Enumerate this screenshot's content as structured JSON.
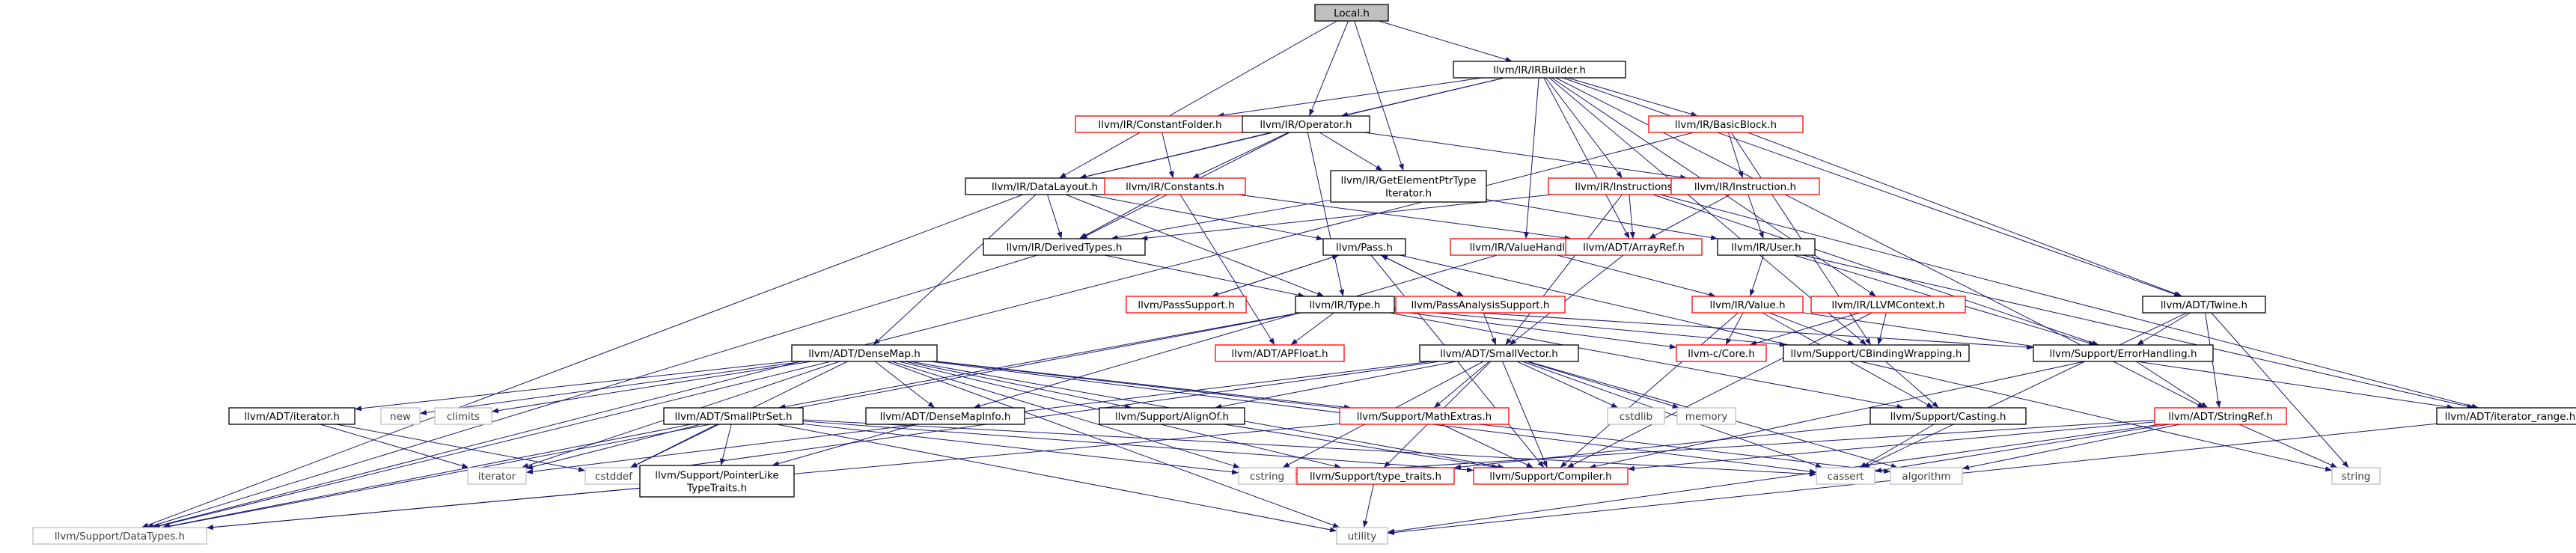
{
  "graph": {
    "style": {
      "root_fill": "#bfbfbf",
      "node_fill": "#ffffff",
      "documented_border": "#000000",
      "undocumented_border": "#ff0000",
      "system_border": "#bfbfbf",
      "system_text": "#3f3f3f",
      "edge_color": "#191970"
    },
    "nodes": [
      {
        "id": "local",
        "lines": [
          "Local.h"
        ],
        "kind": "root"
      },
      {
        "id": "irbuilder",
        "lines": [
          "llvm/IR/IRBuilder.h"
        ],
        "kind": "doc"
      },
      {
        "id": "constfolder",
        "lines": [
          "llvm/IR/ConstantFolder.h"
        ],
        "kind": "undoc"
      },
      {
        "id": "operator",
        "lines": [
          "llvm/IR/Operator.h"
        ],
        "kind": "doc"
      },
      {
        "id": "basicblock",
        "lines": [
          "llvm/IR/BasicBlock.h"
        ],
        "kind": "undoc"
      },
      {
        "id": "datalayout",
        "lines": [
          "llvm/IR/DataLayout.h"
        ],
        "kind": "doc"
      },
      {
        "id": "constants",
        "lines": [
          "llvm/IR/Constants.h"
        ],
        "kind": "undoc"
      },
      {
        "id": "gepiter",
        "lines": [
          "llvm/IR/GetElementPtrType",
          "Iterator.h"
        ],
        "kind": "doc"
      },
      {
        "id": "instructions",
        "lines": [
          "llvm/IR/Instructions.h"
        ],
        "kind": "undoc"
      },
      {
        "id": "instruction",
        "lines": [
          "llvm/IR/Instruction.h"
        ],
        "kind": "undoc"
      },
      {
        "id": "derivedtypes",
        "lines": [
          "llvm/IR/DerivedTypes.h"
        ],
        "kind": "doc"
      },
      {
        "id": "pass",
        "lines": [
          "llvm/Pass.h"
        ],
        "kind": "doc"
      },
      {
        "id": "valuehandle",
        "lines": [
          "llvm/IR/ValueHandle.h"
        ],
        "kind": "undoc"
      },
      {
        "id": "arrayref",
        "lines": [
          "llvm/ADT/ArrayRef.h"
        ],
        "kind": "undoc"
      },
      {
        "id": "user",
        "lines": [
          "llvm/IR/User.h"
        ],
        "kind": "doc"
      },
      {
        "id": "passsupport",
        "lines": [
          "llvm/PassSupport.h"
        ],
        "kind": "undoc"
      },
      {
        "id": "type",
        "lines": [
          "llvm/IR/Type.h"
        ],
        "kind": "doc"
      },
      {
        "id": "passanalysis",
        "lines": [
          "llvm/PassAnalysisSupport.h"
        ],
        "kind": "undoc"
      },
      {
        "id": "value",
        "lines": [
          "llvm/IR/Value.h"
        ],
        "kind": "undoc"
      },
      {
        "id": "llvmcontext",
        "lines": [
          "llvm/IR/LLVMContext.h"
        ],
        "kind": "undoc"
      },
      {
        "id": "twine",
        "lines": [
          "llvm/ADT/Twine.h"
        ],
        "kind": "doc"
      },
      {
        "id": "densemap",
        "lines": [
          "llvm/ADT/DenseMap.h"
        ],
        "kind": "doc"
      },
      {
        "id": "apfloat",
        "lines": [
          "llvm/ADT/APFloat.h"
        ],
        "kind": "undoc"
      },
      {
        "id": "smallvector",
        "lines": [
          "llvm/ADT/SmallVector.h"
        ],
        "kind": "doc"
      },
      {
        "id": "llvmccore",
        "lines": [
          "llvm-c/Core.h"
        ],
        "kind": "undoc"
      },
      {
        "id": "cbinding",
        "lines": [
          "llvm/Support/CBindingWrapping.h"
        ],
        "kind": "doc"
      },
      {
        "id": "errorhandling",
        "lines": [
          "llvm/Support/ErrorHandling.h"
        ],
        "kind": "doc"
      },
      {
        "id": "adtiterator",
        "lines": [
          "llvm/ADT/iterator.h"
        ],
        "kind": "doc"
      },
      {
        "id": "new",
        "lines": [
          "new"
        ],
        "kind": "sys"
      },
      {
        "id": "climits",
        "lines": [
          "climits"
        ],
        "kind": "sys"
      },
      {
        "id": "densemapinfo",
        "lines": [
          "llvm/ADT/DenseMapInfo.h"
        ],
        "kind": "doc"
      },
      {
        "id": "alignof",
        "lines": [
          "llvm/Support/AlignOf.h"
        ],
        "kind": "doc"
      },
      {
        "id": "mathextras",
        "lines": [
          "llvm/Support/MathExtras.h"
        ],
        "kind": "undoc"
      },
      {
        "id": "cstdlib",
        "lines": [
          "cstdlib"
        ],
        "kind": "sys"
      },
      {
        "id": "memory",
        "lines": [
          "memory"
        ],
        "kind": "sys"
      },
      {
        "id": "casting",
        "lines": [
          "llvm/Support/Casting.h"
        ],
        "kind": "doc"
      },
      {
        "id": "stringref",
        "lines": [
          "llvm/ADT/StringRef.h"
        ],
        "kind": "undoc"
      },
      {
        "id": "iterrange",
        "lines": [
          "llvm/ADT/iterator_range.h"
        ],
        "kind": "doc"
      },
      {
        "id": "smallptrset",
        "lines": [
          "llvm/ADT/SmallPtrSet.h"
        ],
        "kind": "doc"
      },
      {
        "id": "iterator",
        "lines": [
          "iterator"
        ],
        "kind": "sys"
      },
      {
        "id": "cstddef",
        "lines": [
          "cstddef"
        ],
        "kind": "sys"
      },
      {
        "id": "ptrliketraits",
        "lines": [
          "llvm/Support/PointerLike",
          "TypeTraits.h"
        ],
        "kind": "doc"
      },
      {
        "id": "cstring",
        "lines": [
          "cstring"
        ],
        "kind": "sys"
      },
      {
        "id": "typetraits",
        "lines": [
          "llvm/Support/type_traits.h"
        ],
        "kind": "undoc"
      },
      {
        "id": "compiler",
        "lines": [
          "llvm/Support/Compiler.h"
        ],
        "kind": "undoc"
      },
      {
        "id": "cassert",
        "lines": [
          "cassert"
        ],
        "kind": "sys"
      },
      {
        "id": "algorithm",
        "lines": [
          "algorithm"
        ],
        "kind": "sys"
      },
      {
        "id": "string",
        "lines": [
          "string"
        ],
        "kind": "sys"
      },
      {
        "id": "datatypes",
        "lines": [
          "llvm/Support/DataTypes.h"
        ],
        "kind": "sys"
      },
      {
        "id": "utility",
        "lines": [
          "utility"
        ],
        "kind": "sys"
      }
    ],
    "edges": [
      [
        "local",
        "irbuilder"
      ],
      [
        "local",
        "operator"
      ],
      [
        "local",
        "gepiter"
      ],
      [
        "local",
        "datalayout"
      ],
      [
        "irbuilder",
        "constfolder"
      ],
      [
        "irbuilder",
        "operator"
      ],
      [
        "irbuilder",
        "basicblock"
      ],
      [
        "irbuilder",
        "datalayout"
      ],
      [
        "irbuilder",
        "instructions"
      ],
      [
        "irbuilder",
        "valuehandle"
      ],
      [
        "irbuilder",
        "arrayref"
      ],
      [
        "irbuilder",
        "llvmcontext"
      ],
      [
        "irbuilder",
        "twine"
      ],
      [
        "irbuilder",
        "cbinding"
      ],
      [
        "irbuilder",
        "stringref"
      ],
      [
        "constfolder",
        "constants"
      ],
      [
        "operator",
        "constants"
      ],
      [
        "operator",
        "instruction"
      ],
      [
        "operator",
        "derivedtypes"
      ],
      [
        "operator",
        "type"
      ],
      [
        "operator",
        "datalayout"
      ],
      [
        "operator",
        "gepiter"
      ],
      [
        "basicblock",
        "instruction"
      ],
      [
        "basicblock",
        "cbinding"
      ],
      [
        "basicblock",
        "twine"
      ],
      [
        "basicblock",
        "datatypes"
      ],
      [
        "datalayout",
        "derivedtypes"
      ],
      [
        "datalayout",
        "type"
      ],
      [
        "datalayout",
        "pass"
      ],
      [
        "datalayout",
        "densemap"
      ],
      [
        "datalayout",
        "datatypes"
      ],
      [
        "constants",
        "derivedtypes"
      ],
      [
        "constants",
        "arrayref"
      ],
      [
        "constants",
        "apfloat"
      ],
      [
        "gepiter",
        "derivedtypes"
      ],
      [
        "gepiter",
        "user"
      ],
      [
        "instructions",
        "derivedtypes"
      ],
      [
        "instructions",
        "arrayref"
      ],
      [
        "instructions",
        "smallvector"
      ],
      [
        "instructions",
        "errorhandling"
      ],
      [
        "instructions",
        "iterrange"
      ],
      [
        "instruction",
        "user"
      ],
      [
        "instruction",
        "arrayref"
      ],
      [
        "derivedtypes",
        "type"
      ],
      [
        "derivedtypes",
        "datatypes"
      ],
      [
        "pass",
        "passsupport"
      ],
      [
        "pass",
        "passanalysis"
      ],
      [
        "pass",
        "compiler"
      ],
      [
        "pass",
        "string"
      ],
      [
        "passsupport",
        "pass"
      ],
      [
        "passanalysis",
        "pass"
      ],
      [
        "passanalysis",
        "smallvector"
      ],
      [
        "valuehandle",
        "value"
      ],
      [
        "valuehandle",
        "densemapinfo"
      ],
      [
        "arrayref",
        "smallvector"
      ],
      [
        "user",
        "value"
      ],
      [
        "user",
        "errorhandling"
      ],
      [
        "user",
        "iterrange"
      ],
      [
        "type",
        "apfloat"
      ],
      [
        "type",
        "llvmccore"
      ],
      [
        "type",
        "cbinding"
      ],
      [
        "type",
        "casting"
      ],
      [
        "type",
        "errorhandling"
      ],
      [
        "type",
        "smallptrset"
      ],
      [
        "type",
        "datatypes"
      ],
      [
        "value",
        "llvmccore"
      ],
      [
        "value",
        "cbinding"
      ],
      [
        "value",
        "casting"
      ],
      [
        "value",
        "compiler"
      ],
      [
        "value",
        "iterrange"
      ],
      [
        "llvmcontext",
        "llvmccore"
      ],
      [
        "llvmcontext",
        "cbinding"
      ],
      [
        "llvmcontext",
        "compiler"
      ],
      [
        "twine",
        "stringref"
      ],
      [
        "twine",
        "errorhandling"
      ],
      [
        "twine",
        "cassert"
      ],
      [
        "twine",
        "string"
      ],
      [
        "densemap",
        "adtiterator"
      ],
      [
        "densemap",
        "new"
      ],
      [
        "densemap",
        "climits"
      ],
      [
        "densemap",
        "densemapinfo"
      ],
      [
        "densemap",
        "alignof"
      ],
      [
        "densemap",
        "mathextras"
      ],
      [
        "densemap",
        "typetraits"
      ],
      [
        "densemap",
        "cstddef"
      ],
      [
        "densemap",
        "iterator"
      ],
      [
        "densemap",
        "cstring"
      ],
      [
        "densemap",
        "cassert"
      ],
      [
        "densemap",
        "algorithm"
      ],
      [
        "densemap",
        "utility"
      ],
      [
        "densemap",
        "compiler"
      ],
      [
        "densemap",
        "datatypes"
      ],
      [
        "smallvector",
        "alignof"
      ],
      [
        "smallvector",
        "mathextras"
      ],
      [
        "smallvector",
        "typetraits"
      ],
      [
        "smallvector",
        "compiler"
      ],
      [
        "smallvector",
        "cstddef"
      ],
      [
        "smallvector",
        "cstdlib"
      ],
      [
        "smallvector",
        "cstring"
      ],
      [
        "smallvector",
        "iterator"
      ],
      [
        "smallvector",
        "memory"
      ],
      [
        "smallvector",
        "cassert"
      ],
      [
        "smallvector",
        "algorithm"
      ],
      [
        "cbinding",
        "casting"
      ],
      [
        "errorhandling",
        "stringref"
      ],
      [
        "errorhandling",
        "compiler"
      ],
      [
        "adtiterator",
        "iterator"
      ],
      [
        "adtiterator",
        "cstddef"
      ],
      [
        "densemapinfo",
        "ptrliketraits"
      ],
      [
        "alignof",
        "compiler"
      ],
      [
        "mathextras",
        "compiler"
      ],
      [
        "mathextras",
        "datatypes"
      ],
      [
        "casting",
        "typetraits"
      ],
      [
        "casting",
        "cassert"
      ],
      [
        "stringref",
        "compiler"
      ],
      [
        "stringref",
        "cstring"
      ],
      [
        "stringref",
        "cassert"
      ],
      [
        "stringref",
        "algorithm"
      ],
      [
        "stringref",
        "string"
      ],
      [
        "stringref",
        "utility"
      ],
      [
        "iterrange",
        "utility"
      ],
      [
        "smallptrset",
        "ptrliketraits"
      ],
      [
        "smallptrset",
        "compiler"
      ],
      [
        "smallptrset",
        "cassert"
      ],
      [
        "smallptrset",
        "cstddef"
      ],
      [
        "smallptrset",
        "cstring"
      ],
      [
        "smallptrset",
        "iterator"
      ],
      [
        "smallptrset",
        "utility"
      ],
      [
        "smallptrset",
        "datatypes"
      ],
      [
        "ptrliketraits",
        "datatypes"
      ],
      [
        "typetraits",
        "utility"
      ]
    ]
  }
}
